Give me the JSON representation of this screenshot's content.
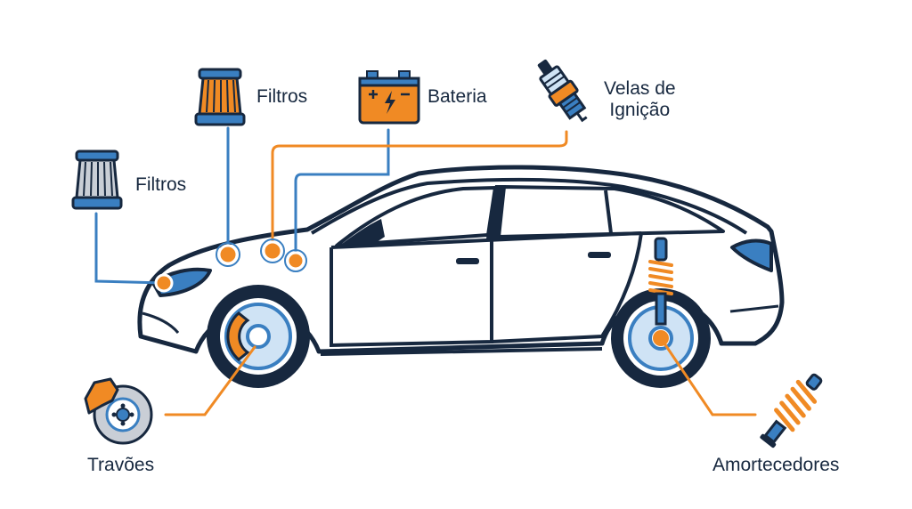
{
  "colors": {
    "navy": "#17283f",
    "blue": "#3a7fc1",
    "light_blue": "#cfe3f5",
    "orange": "#f08a24",
    "grey": "#c9ced6",
    "white": "#ffffff"
  },
  "components": [
    {
      "id": "filtros_engine",
      "label": "Filtros",
      "icon": "air-filter-icon"
    },
    {
      "id": "filtros_side",
      "label": "Filtros",
      "icon": "air-filter-icon"
    },
    {
      "id": "bateria",
      "label": "Bateria",
      "icon": "battery-icon"
    },
    {
      "id": "velas",
      "label_line1": "Velas de",
      "label_line2": "Ignição",
      "icon": "spark-plug-icon"
    },
    {
      "id": "travoes",
      "label": "Travões",
      "icon": "brake-disc-icon"
    },
    {
      "id": "amortecedores",
      "label": "Amortecedores",
      "icon": "shock-absorber-icon"
    }
  ],
  "car": {
    "icon": "sedan-car-icon"
  }
}
